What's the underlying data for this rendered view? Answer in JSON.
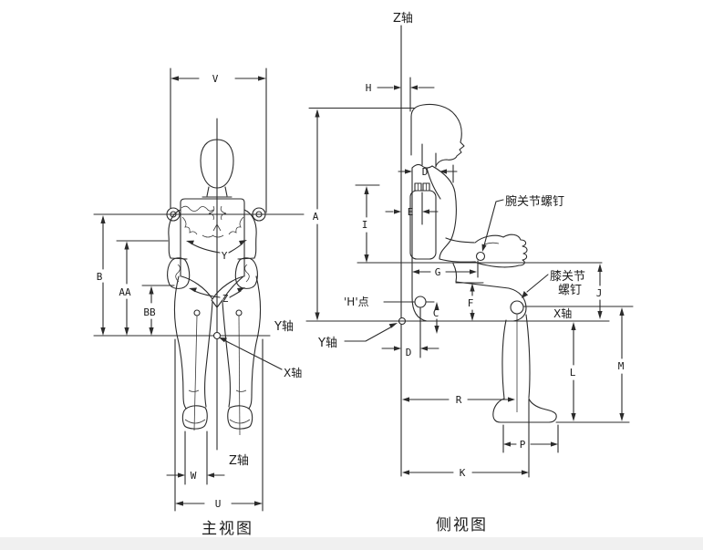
{
  "diagram": {
    "front_view": {
      "caption": "主视图",
      "dims": {
        "V": "V",
        "B": "B",
        "AA": "AA",
        "BB": "BB",
        "Y": "Y",
        "Z": "Z",
        "W": "W",
        "U": "U"
      },
      "axes": {
        "y": "Y轴",
        "x": "X轴",
        "z": "Z轴"
      }
    },
    "side_view": {
      "caption": "侧视图",
      "dims": {
        "H": "H",
        "A": "A",
        "D_upper": "D",
        "I": "I",
        "E": "E",
        "G": "G",
        "C": "C",
        "F": "F",
        "D_lower": "D",
        "J": "J",
        "M": "M",
        "L": "L",
        "R": "R",
        "K": "K",
        "P": "P"
      },
      "axes": {
        "z": "Z轴",
        "y": "Y轴",
        "x": "X轴"
      },
      "callouts": {
        "h_point": "'H'点",
        "wrist_screw": "腕关节螺钉",
        "knee_screw_line1": "膝关节",
        "knee_screw_line2": "螺钉"
      }
    },
    "colors": {
      "line": "#2b2b2b",
      "background": "#ffffff",
      "footer_strip": "#f0f0f0"
    }
  }
}
